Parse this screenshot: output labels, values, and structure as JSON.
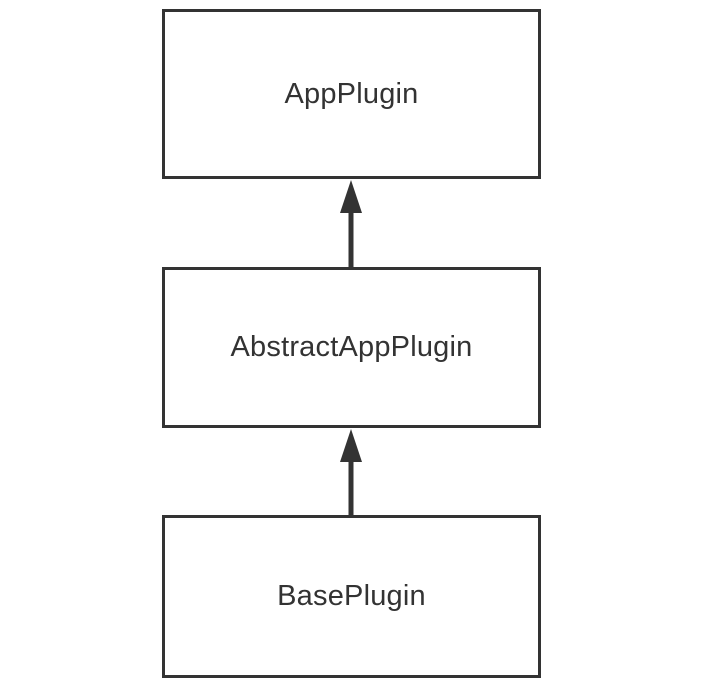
{
  "diagram": {
    "nodes": [
      {
        "id": "app",
        "label": "AppPlugin"
      },
      {
        "id": "abstract",
        "label": "AbstractAppPlugin"
      },
      {
        "id": "base",
        "label": "BasePlugin"
      }
    ],
    "edges": [
      {
        "from": "abstract",
        "to": "app",
        "style": "solid-arrow"
      },
      {
        "from": "base",
        "to": "abstract",
        "style": "solid-arrow"
      }
    ],
    "colors": {
      "stroke": "#333333",
      "text": "#333333",
      "background": "#ffffff"
    }
  }
}
